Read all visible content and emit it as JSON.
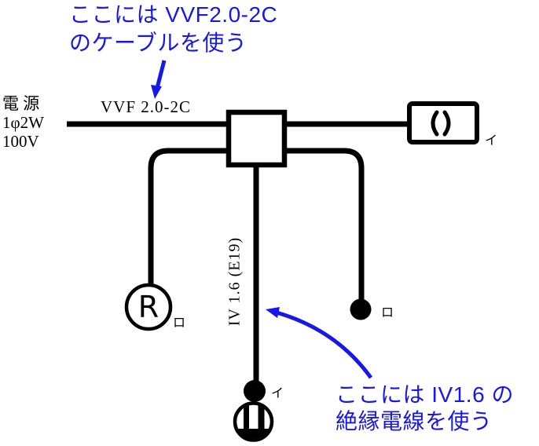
{
  "colors": {
    "annotation_blue": "#1717e8",
    "diagram_black": "#000000",
    "background": "#ffffff"
  },
  "annotations": {
    "top": {
      "line1": "ここには VVF2.0-2C",
      "line2": "のケーブルを使う"
    },
    "bottom": {
      "line1": "ここには IV1.6 の",
      "line2": "絶縁電線を使う"
    }
  },
  "power_source": {
    "line1": "電 源",
    "line2": "1φ2W",
    "line3": "100V"
  },
  "wiring": {
    "cable_label": "VVF 2.0-2C",
    "conduit_label": "IV 1.6  (E19)"
  },
  "devices": {
    "lamp_receptacle_letter": "R",
    "lamp_receptacle_label": "ロ",
    "ceiling_fixture_label": "イ",
    "switch_center_label": "イ",
    "switch_right_label": "ロ"
  }
}
